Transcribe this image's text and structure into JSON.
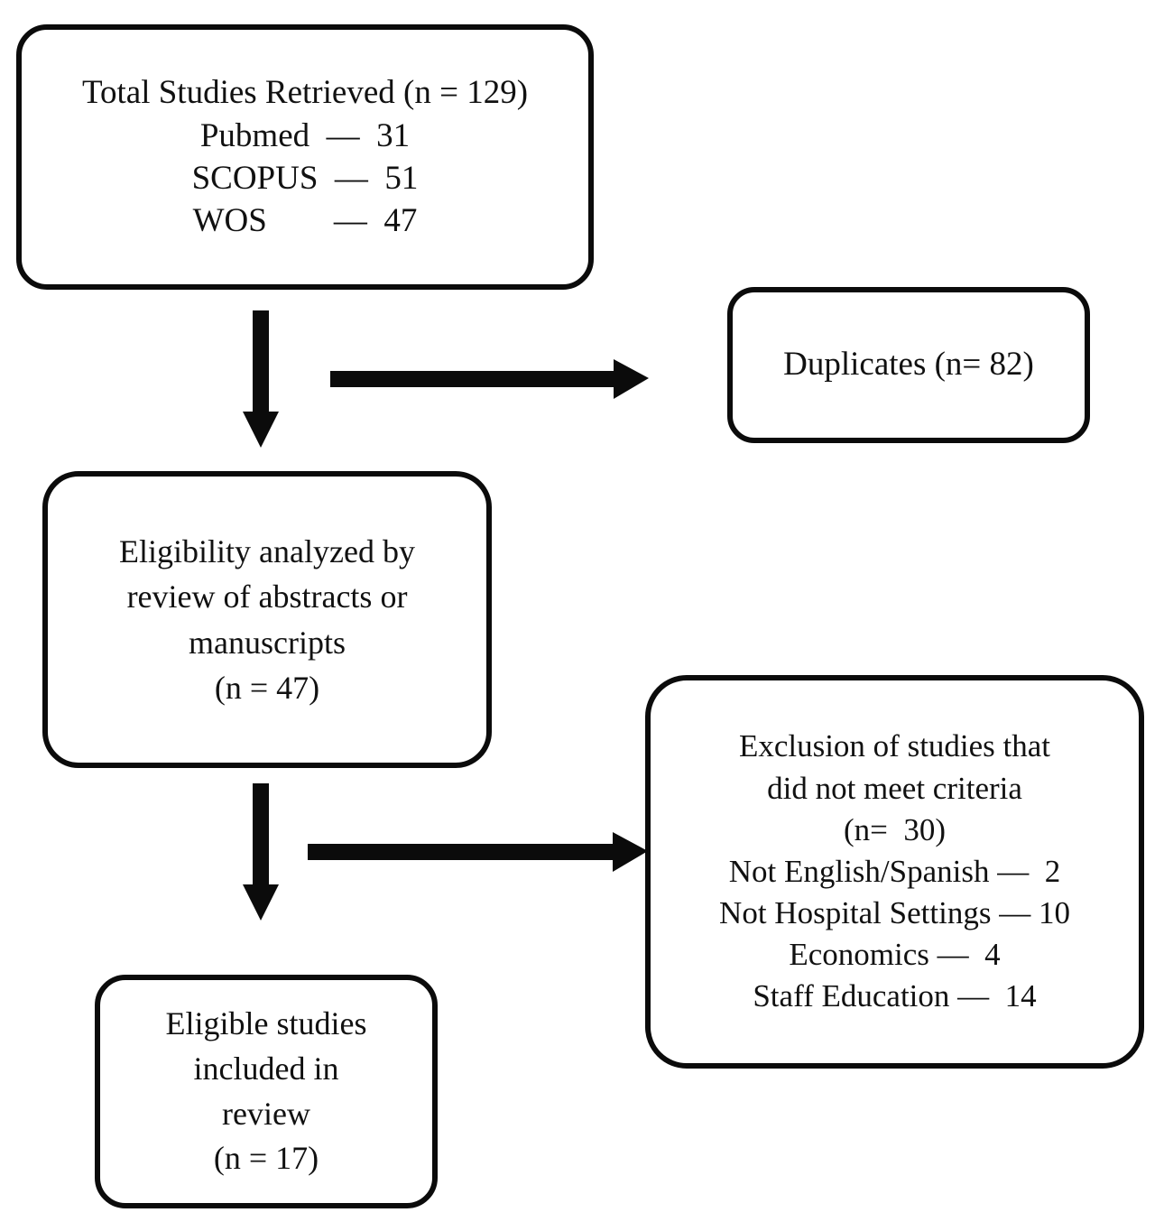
{
  "diagram": {
    "type": "prisma-flow-diagram",
    "background_color": "#ffffff",
    "stroke_color": "#0b0b0b",
    "boxes": {
      "sources": {
        "lines": [
          "Total Studies Retrieved (n = 129)",
          "Pubmed  —  31",
          "SCOPUS  —  51",
          "WOS        —  47"
        ],
        "total": 129,
        "databases": [
          {
            "name": "Pubmed",
            "count": 31
          },
          {
            "name": "SCOPUS",
            "count": 51
          },
          {
            "name": "WOS",
            "count": 47
          }
        ]
      },
      "duplicates": {
        "lines": [
          "Duplicates (n= 82)"
        ],
        "count": 82
      },
      "eligibility": {
        "lines": [
          "Eligibility analyzed by",
          "review of abstracts or",
          "manuscripts",
          "(n = 47)"
        ],
        "count": 47
      },
      "exclusion": {
        "lines": [
          "Exclusion of studies that",
          "did not meet criteria",
          "(n=  30)",
          "Not English/Spanish —  2",
          "Not Hospital Settings — 10",
          "Economics —  4",
          "Staff Education —  14"
        ],
        "count": 30,
        "reasons": [
          {
            "name": "Not English/Spanish",
            "count": 2
          },
          {
            "name": "Not Hospital Settings",
            "count": 10
          },
          {
            "name": "Economics",
            "count": 4
          },
          {
            "name": "Staff Education",
            "count": 14
          }
        ]
      },
      "included": {
        "lines": [
          "Eligible studies",
          "included in",
          "review",
          "(n = 17)"
        ],
        "count": 17
      }
    },
    "arrows": [
      {
        "id": "sources-to-eligibility",
        "direction": "down"
      },
      {
        "id": "sources-to-duplicates",
        "direction": "right"
      },
      {
        "id": "eligibility-to-included",
        "direction": "down"
      },
      {
        "id": "eligibility-to-exclusion",
        "direction": "right"
      }
    ]
  }
}
